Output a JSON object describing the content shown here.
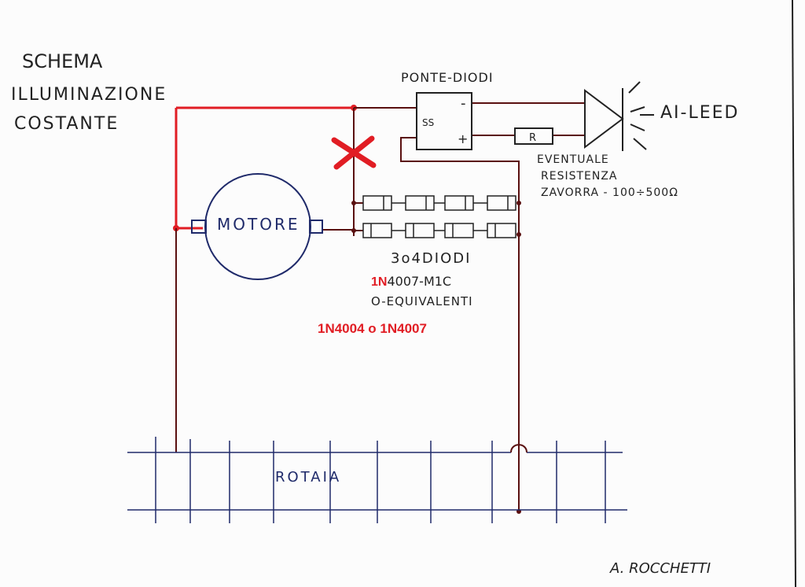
{
  "title": {
    "line1": "SCHEMA",
    "line2": "ILLUMINAZIONE",
    "line3": "COSTANTE"
  },
  "labels": {
    "bridge": "PONTE-DIODI",
    "bridge_ac": "SS",
    "bridge_minus": "-",
    "bridge_plus": "+",
    "led": "AI-LEED",
    "resistor_symbol": "R",
    "resistor_note_1": "EVENTUALE",
    "resistor_note_2": "RESISTENZA",
    "resistor_note_3": "ZAVORRA - 100÷500Ω",
    "motor": "MOTORE",
    "diodes_1": "3o4DIODI",
    "diodes_2_red": "1N",
    "diodes_2_rest": "4007-M1C",
    "diodes_3": "O-EQUIVALENTI",
    "diodes_alt": "1N4004 o 1N4007",
    "rail": "ROTAIA",
    "signature": "A. ROCCHETTI"
  },
  "colors": {
    "ink_blue": "#1f2a6a",
    "wire_dark": "#5a1010",
    "wire_red": "#e11d24"
  }
}
